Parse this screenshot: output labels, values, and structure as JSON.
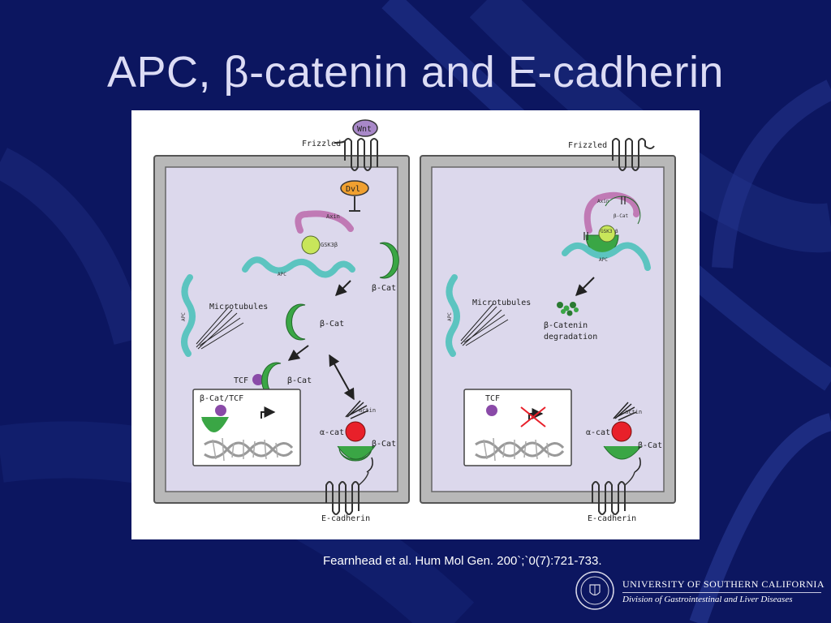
{
  "slide": {
    "title": "APC, β-catenin and E-cadherin",
    "citation": "Fearnhead et al. Hum Mol Gen. 200`;`0(7):721-733."
  },
  "figure": {
    "left_panel": {
      "frizzled": "Frizzled",
      "wnt": "Wnt",
      "dvl": "Dvl",
      "axin": "Axin",
      "gsk3b": "GSK3β",
      "apc_wavy": "APC",
      "beta_cat": "β-Cat",
      "microtubules": "Microtubules",
      "apc_vertical": "APC",
      "tcf": "TCF",
      "beta_cat_tcf": "β-Cat/TCF",
      "actin": "actin",
      "alpha_cat": "α-cat",
      "e_cadherin": "E-cadherin"
    },
    "right_panel": {
      "frizzled": "Frizzled",
      "axin": "Axin",
      "beta_cat": "β-Cat",
      "gsk3b": "GSK3 β",
      "apc_wavy": "APC",
      "microtubules": "Microtubules",
      "apc_vertical": "APC",
      "degradation_line1": "β-Catenin",
      "degradation_line2": "degradation",
      "tcf": "TCF",
      "actin": "actin",
      "alpha_cat": "α-cat",
      "beta_cat_adh": "β-Cat",
      "e_cadherin": "E-cadherin"
    }
  },
  "footer": {
    "university": "UNIVERSITY OF SOUTHERN CALIFORNIA",
    "division": "Division of Gastrointestinal and Liver Diseases"
  },
  "colors": {
    "background": "#0c1660",
    "beta_catenin": "#3aa645",
    "apc": "#5cc4c0",
    "axin": "#c07ab5",
    "gsk3b": "#c8e65a",
    "wnt": "#a888c8",
    "dvl": "#f0a030",
    "tcf": "#8a4aa8",
    "alpha_catenin": "#e8202a",
    "cell_interior": "#dcd8ec"
  }
}
